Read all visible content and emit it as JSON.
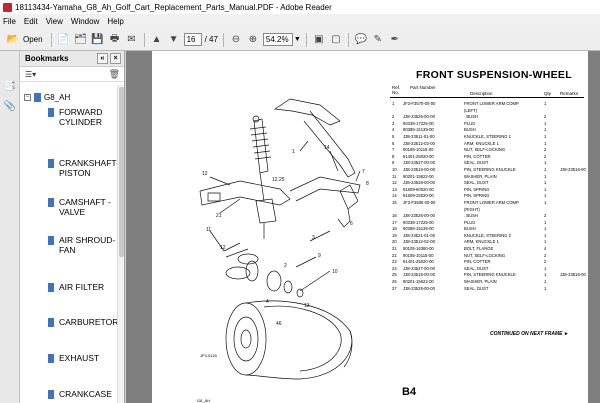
{
  "window": {
    "title": "18113434-Yamaha_G8_Ah_Golf_Cart_Replacement_Parts_Manual.PDF - Adobe Reader"
  },
  "menu": [
    "File",
    "Edit",
    "View",
    "Window",
    "Help"
  ],
  "toolbar": {
    "open_label": "Open",
    "current_page": "16",
    "total_pages": "/ 47",
    "zoom": "54.2%"
  },
  "bookmarks": {
    "header": "Bookmarks",
    "root": "G8_AH",
    "items": [
      "FORWARD CYLINDER",
      "CRANKSHAFT-PISTON",
      "CAMSHAFT - VALVE",
      "AIR SHROUD-FAN",
      "AIR FILTER",
      "CARBURETOR",
      "EXHAUST",
      "CRANKCASE"
    ]
  },
  "document": {
    "title": "FRONT SUSPENSION-WHEEL",
    "col_ref": "Ref. No.",
    "col_part": "Part Number",
    "col_desc": "Description",
    "col_qty": "Qty",
    "col_remarks": "Remarks",
    "parts": [
      {
        "ref": "1",
        "num": "JF3-F3570-00-00",
        "desc": "FRONT LOWER ARM COMP.",
        "qty": "1",
        "rem": ""
      },
      {
        "ref": "",
        "num": "",
        "desc": "(LEFT)",
        "qty": "",
        "rem": ""
      },
      {
        "ref": "2",
        "num": "J38-23526-00-00",
        "desc": ". BUSH",
        "qty": "2",
        "rem": ""
      },
      {
        "ref": "3",
        "num": "90338-17225-00",
        "desc": "PLUG",
        "qty": "1",
        "rem": ""
      },
      {
        "ref": "4",
        "num": "90386-15139-00",
        "desc": "BUSH",
        "qty": "1",
        "rem": ""
      },
      {
        "ref": "5",
        "num": "J38-23511-01-00",
        "desc": "KNUCKLE, STEERING 1",
        "qty": "1",
        "rem": ""
      },
      {
        "ref": "6",
        "num": "J38-23512-02-00",
        "desc": "ARM, KNUCKLE 1",
        "qty": "1",
        "rem": ""
      },
      {
        "ref": "7",
        "num": "90185-10115-00",
        "desc": "NUT, SELF-LOCKING",
        "qty": "2",
        "rem": ""
      },
      {
        "ref": "8",
        "num": "91401-25020-00",
        "desc": "PIN, COTTER",
        "qty": "2",
        "rem": ""
      },
      {
        "ref": "9",
        "num": "J38-23527-00-00",
        "desc": "SEAL, DUST",
        "qty": "1",
        "rem": ""
      },
      {
        "ref": "10",
        "num": "J38-23516-00-00",
        "desc": "PIN, STEERING KNUCKLE",
        "qty": "1",
        "rem": "J38-23516-00"
      },
      {
        "ref": "11",
        "num": "90201-15622-00",
        "desc": "WASHER, PLAIN",
        "qty": "1",
        "rem": ""
      },
      {
        "ref": "12",
        "num": "J38-23528-00-00",
        "desc": "SEAL, DUST",
        "qty": "1",
        "rem": ""
      },
      {
        "ref": "13",
        "num": "91609-60020-00",
        "desc": "PIN, SPRING",
        "qty": "1",
        "rem": ""
      },
      {
        "ref": "14",
        "num": "91609-25020-00",
        "desc": "PIN, SPRING",
        "qty": "1",
        "rem": ""
      },
      {
        "ref": "15",
        "num": "JF3-F3580-00-00",
        "desc": "FRONT LOWER ARM COMP.",
        "qty": "1",
        "rem": ""
      },
      {
        "ref": "",
        "num": "",
        "desc": "(RIGHT)",
        "qty": "",
        "rem": ""
      },
      {
        "ref": "16",
        "num": "J38-23526-00-00",
        "desc": ". BUSH",
        "qty": "2",
        "rem": ""
      },
      {
        "ref": "17",
        "num": "90338-17225-00",
        "desc": "PLUG",
        "qty": "1",
        "rem": ""
      },
      {
        "ref": "18",
        "num": "90386-15139-00",
        "desc": "BUSH",
        "qty": "1",
        "rem": ""
      },
      {
        "ref": "19",
        "num": "J38-23521-01-00",
        "desc": "KNUCKLE, STEERING 2",
        "qty": "1",
        "rem": ""
      },
      {
        "ref": "20",
        "num": "J38-23512-02-00",
        "desc": "ARM, KNUCKLE 1",
        "qty": "1",
        "rem": ""
      },
      {
        "ref": "21",
        "num": "90105-16360-00",
        "desc": "BOLT, FLANGE",
        "qty": "4",
        "rem": ""
      },
      {
        "ref": "22",
        "num": "90185-10115-00",
        "desc": "NUT, SELF-LOCKING",
        "qty": "2",
        "rem": ""
      },
      {
        "ref": "23",
        "num": "91401-25020-00",
        "desc": "PIN, COTTER",
        "qty": "2",
        "rem": ""
      },
      {
        "ref": "24",
        "num": "J38-23527-00-00",
        "desc": "SEAL, DUST",
        "qty": "1",
        "rem": ""
      },
      {
        "ref": "25",
        "num": "J38-23516-00-00",
        "desc": "PIN, STEERING KNUCKLE",
        "qty": "1",
        "rem": "J38-23516-00"
      },
      {
        "ref": "26",
        "num": "90201-15622-00",
        "desc": "WASHER, PLAIN",
        "qty": "1",
        "rem": ""
      },
      {
        "ref": "27",
        "num": "J38-23528-00-00",
        "desc": "SEAL, DUST",
        "qty": "1",
        "rem": ""
      }
    ],
    "continued": "CONTINUED ON NEXT FRAME ►",
    "page_label": "B4",
    "diagram_code": "G8_AH",
    "diagram_code2": "JF3-0120",
    "callouts": {
      "c1": "12",
      "c2": "21",
      "c3": "1",
      "c4": "14",
      "c5": "7",
      "c6": "8",
      "c7": "6",
      "c8": "3",
      "c9": "9",
      "c10": "10",
      "c11": "11",
      "c12": "12",
      "c13": "13",
      "c14": "2",
      "c15": "46",
      "c16": "4",
      "c17": "12.25"
    }
  },
  "colors": {
    "accent": "#c0282d",
    "bookmark_glyph": "#3d74c0",
    "viewer_bg": "#7f7f7f"
  }
}
